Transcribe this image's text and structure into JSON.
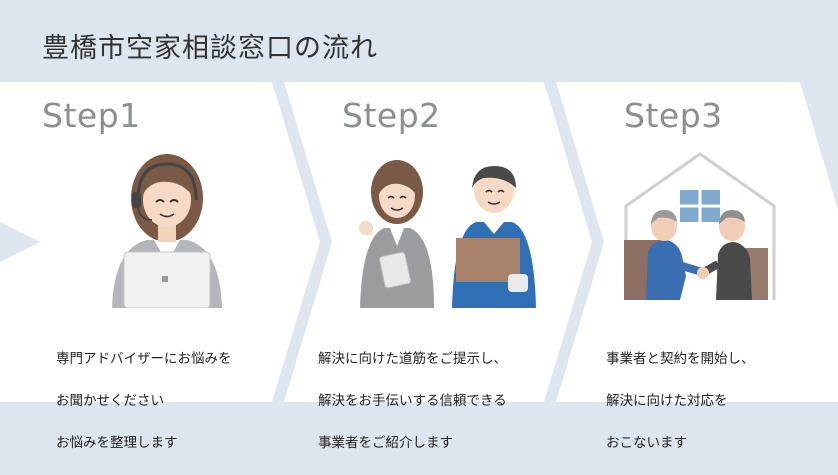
{
  "title": "豊橋市空家相談窓口の流れ",
  "colors": {
    "background": "#dde6ee",
    "panel": "#ffffff",
    "step_label": "#8a8f93",
    "text": "#222222"
  },
  "steps": [
    {
      "label": "Step1",
      "lines": [
        "専門アドバイザーにお悩みを",
        "お聞かせください",
        "お悩みを整理します"
      ]
    },
    {
      "label": "Step2",
      "lines": [
        "解決に向けた道筋をご提示し、",
        "解決をお手伝いする信頼できる",
        "事業者をご紹介します"
      ]
    },
    {
      "label": "Step3",
      "lines": [
        "事業者と契約を開始し、",
        "解決に向けた対応を",
        "おこないます"
      ]
    }
  ]
}
